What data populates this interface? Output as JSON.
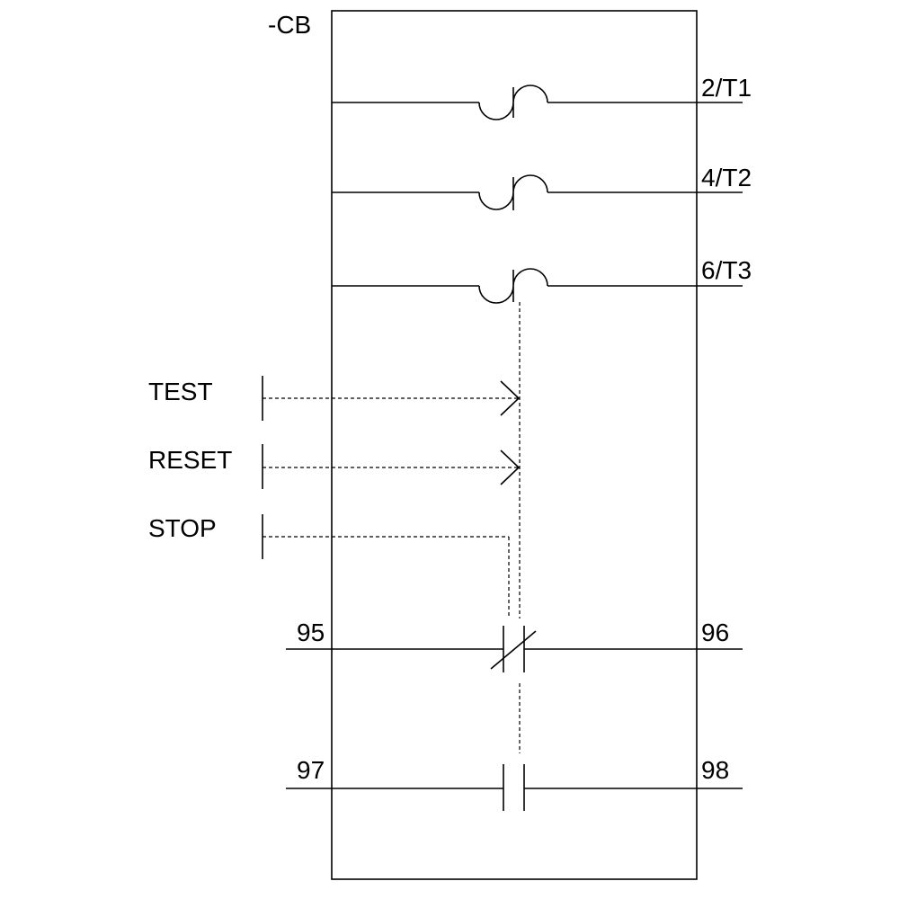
{
  "diagram": {
    "device_label": "-CB",
    "terminals": {
      "t1": "2/T1",
      "t2": "4/T2",
      "t3": "6/T3",
      "nc_left": "95",
      "nc_right": "96",
      "no_left": "97",
      "no_right": "98"
    },
    "buttons": {
      "test": "TEST",
      "reset": "RESET",
      "stop": "STOP"
    },
    "line_color": "#000000",
    "background": "#ffffff"
  }
}
